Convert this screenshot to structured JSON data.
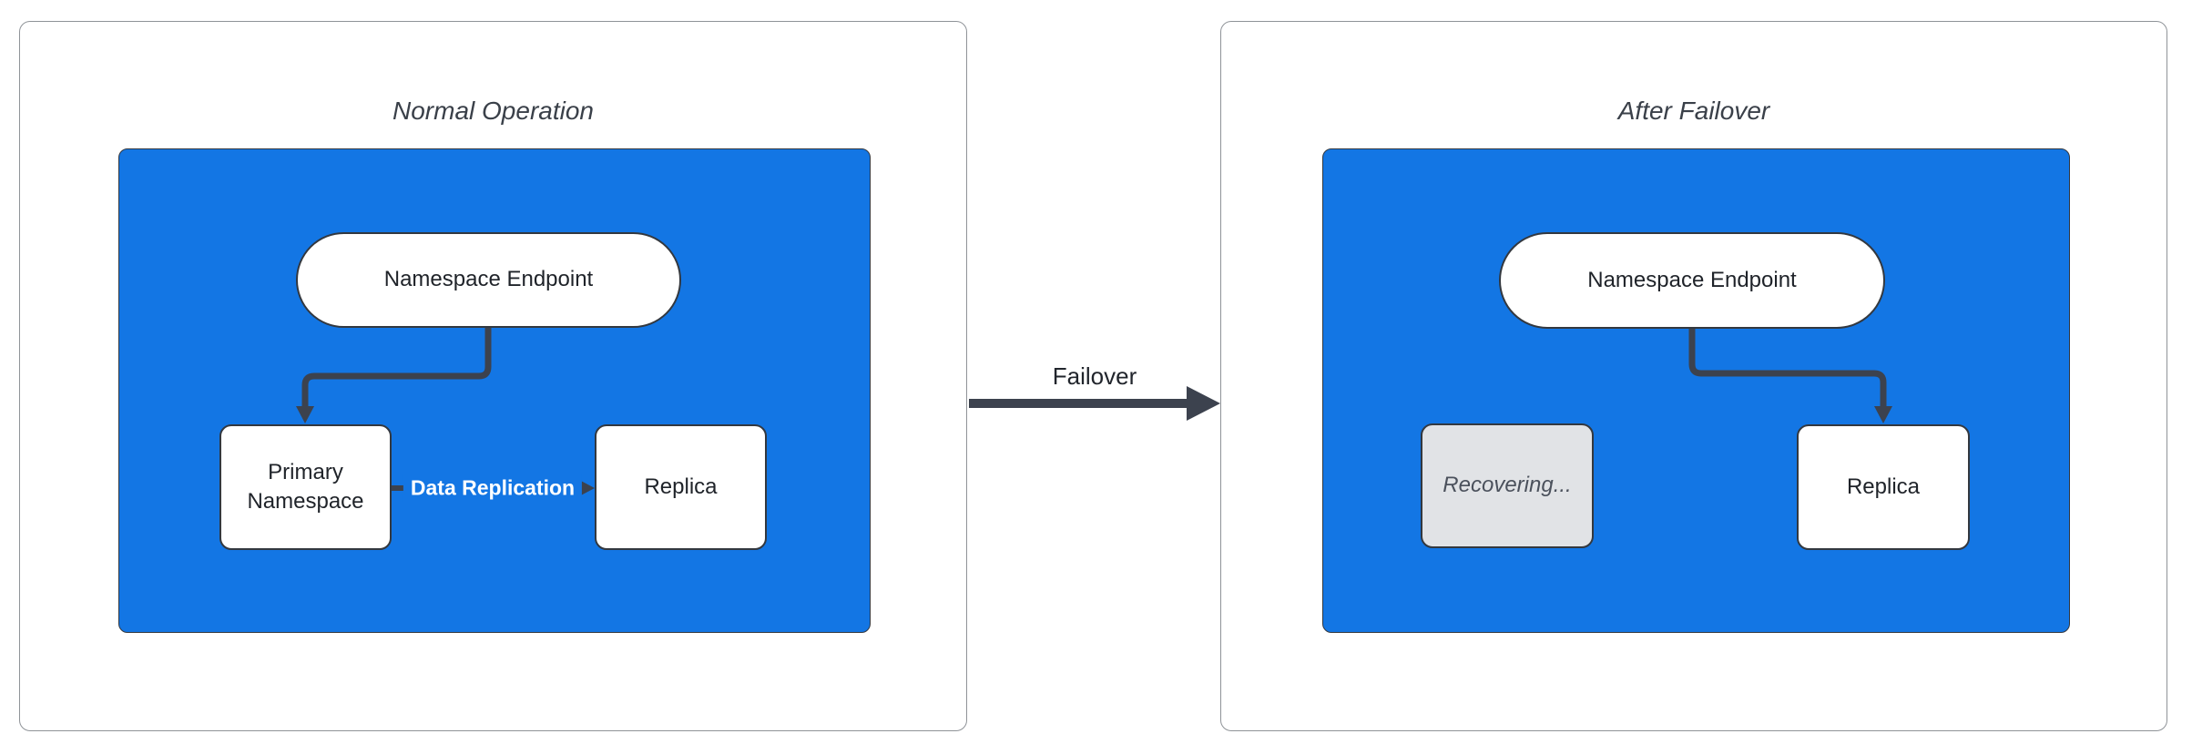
{
  "diagram": {
    "left_panel": {
      "title": "Normal Operation",
      "endpoint_label": "Namespace Endpoint",
      "primary_label": "Primary Namespace",
      "replica_label": "Replica",
      "replication_edge_label": "Data Replication"
    },
    "right_panel": {
      "title": "After Failover",
      "endpoint_label": "Namespace Endpoint",
      "recovering_label": "Recovering...",
      "replica_label": "Replica"
    },
    "failover_edge_label": "Failover",
    "colors": {
      "cluster_blue": "#1376e4",
      "connector_dark": "#3c424e",
      "node_border": "#33383f",
      "node_text": "#1f2329",
      "recovering_fill": "#e1e3e6",
      "recovering_text": "#4b515c",
      "panel_border": "#8f9398",
      "title_text": "#3a4049",
      "replication_label_text": "#ffffff"
    }
  }
}
